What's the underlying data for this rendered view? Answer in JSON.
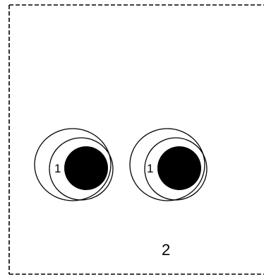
{
  "figure": {
    "eyes": [
      {
        "label": "1"
      },
      {
        "label": "1"
      }
    ],
    "bottom_label": "2"
  },
  "colors": {
    "stroke": "#000000",
    "pupil": "#000000",
    "background": "#ffffff"
  }
}
